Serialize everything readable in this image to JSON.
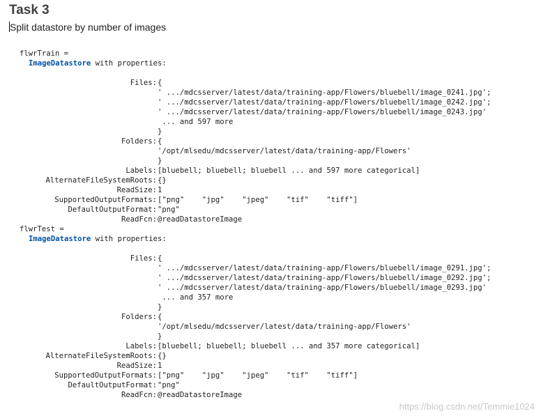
{
  "heading": {
    "title": "Task 3",
    "description": "Split datastore by number of images"
  },
  "train": {
    "var_line": "flwrTrain =",
    "class_name": "ImageDatastore",
    "with_props": " with properties:",
    "files_label": "Files:",
    "files_open": "{",
    "files": [
      "' .../mdcsserver/latest/data/training-app/Flowers/bluebell/image_0241.jpg';",
      "' .../mdcsserver/latest/data/training-app/Flowers/bluebell/image_0242.jpg';",
      "' .../mdcsserver/latest/data/training-app/Flowers/bluebell/image_0243.jpg'"
    ],
    "files_more": " ... and 597 more",
    "files_close": "}",
    "folders_label": "Folders:",
    "folders_open": "{",
    "folder": "'/opt/mlsedu/mdcsserver/latest/data/training-app/Flowers'",
    "folders_close": "}",
    "labels_label": "Labels:",
    "labels_value": "[bluebell; bluebell; bluebell ... and 597 more categorical]",
    "altroots_label": "AlternateFileSystemRoots:",
    "altroots_value": "{}",
    "readsize_label": "ReadSize:",
    "readsize_value": "1",
    "supported_label": "SupportedOutputFormats:",
    "supported_value": "[\"png\"    \"jpg\"    \"jpeg\"    \"tif\"    \"tiff\"]",
    "default_label": "DefaultOutputFormat:",
    "default_value": "\"png\"",
    "readfcn_label": "ReadFcn:",
    "readfcn_value": "@readDatastoreImage"
  },
  "test": {
    "var_line": "flwrTest =",
    "class_name": "ImageDatastore",
    "with_props": " with properties:",
    "files_label": "Files:",
    "files_open": "{",
    "files": [
      "' .../mdcsserver/latest/data/training-app/Flowers/bluebell/image_0291.jpg';",
      "' .../mdcsserver/latest/data/training-app/Flowers/bluebell/image_0292.jpg';",
      "' .../mdcsserver/latest/data/training-app/Flowers/bluebell/image_0293.jpg'"
    ],
    "files_more": " ... and 357 more",
    "files_close": "}",
    "folders_label": "Folders:",
    "folders_open": "{",
    "folder": "'/opt/mlsedu/mdcsserver/latest/data/training-app/Flowers'",
    "folders_close": "}",
    "labels_label": "Labels:",
    "labels_value": "[bluebell; bluebell; bluebell ... and 357 more categorical]",
    "altroots_label": "AlternateFileSystemRoots:",
    "altroots_value": "{}",
    "readsize_label": "ReadSize:",
    "readsize_value": "1",
    "supported_label": "SupportedOutputFormats:",
    "supported_value": "[\"png\"    \"jpg\"    \"jpeg\"    \"tif\"    \"tiff\"]",
    "default_label": "DefaultOutputFormat:",
    "default_value": "\"png\"",
    "readfcn_label": "ReadFcn:",
    "readfcn_value": "@readDatastoreImage"
  },
  "watermark": "https://blog.csdn.net/Temmie1024",
  "colors": {
    "link": "#0053a6",
    "title": "#404040",
    "watermark": "#c8c8c8"
  }
}
